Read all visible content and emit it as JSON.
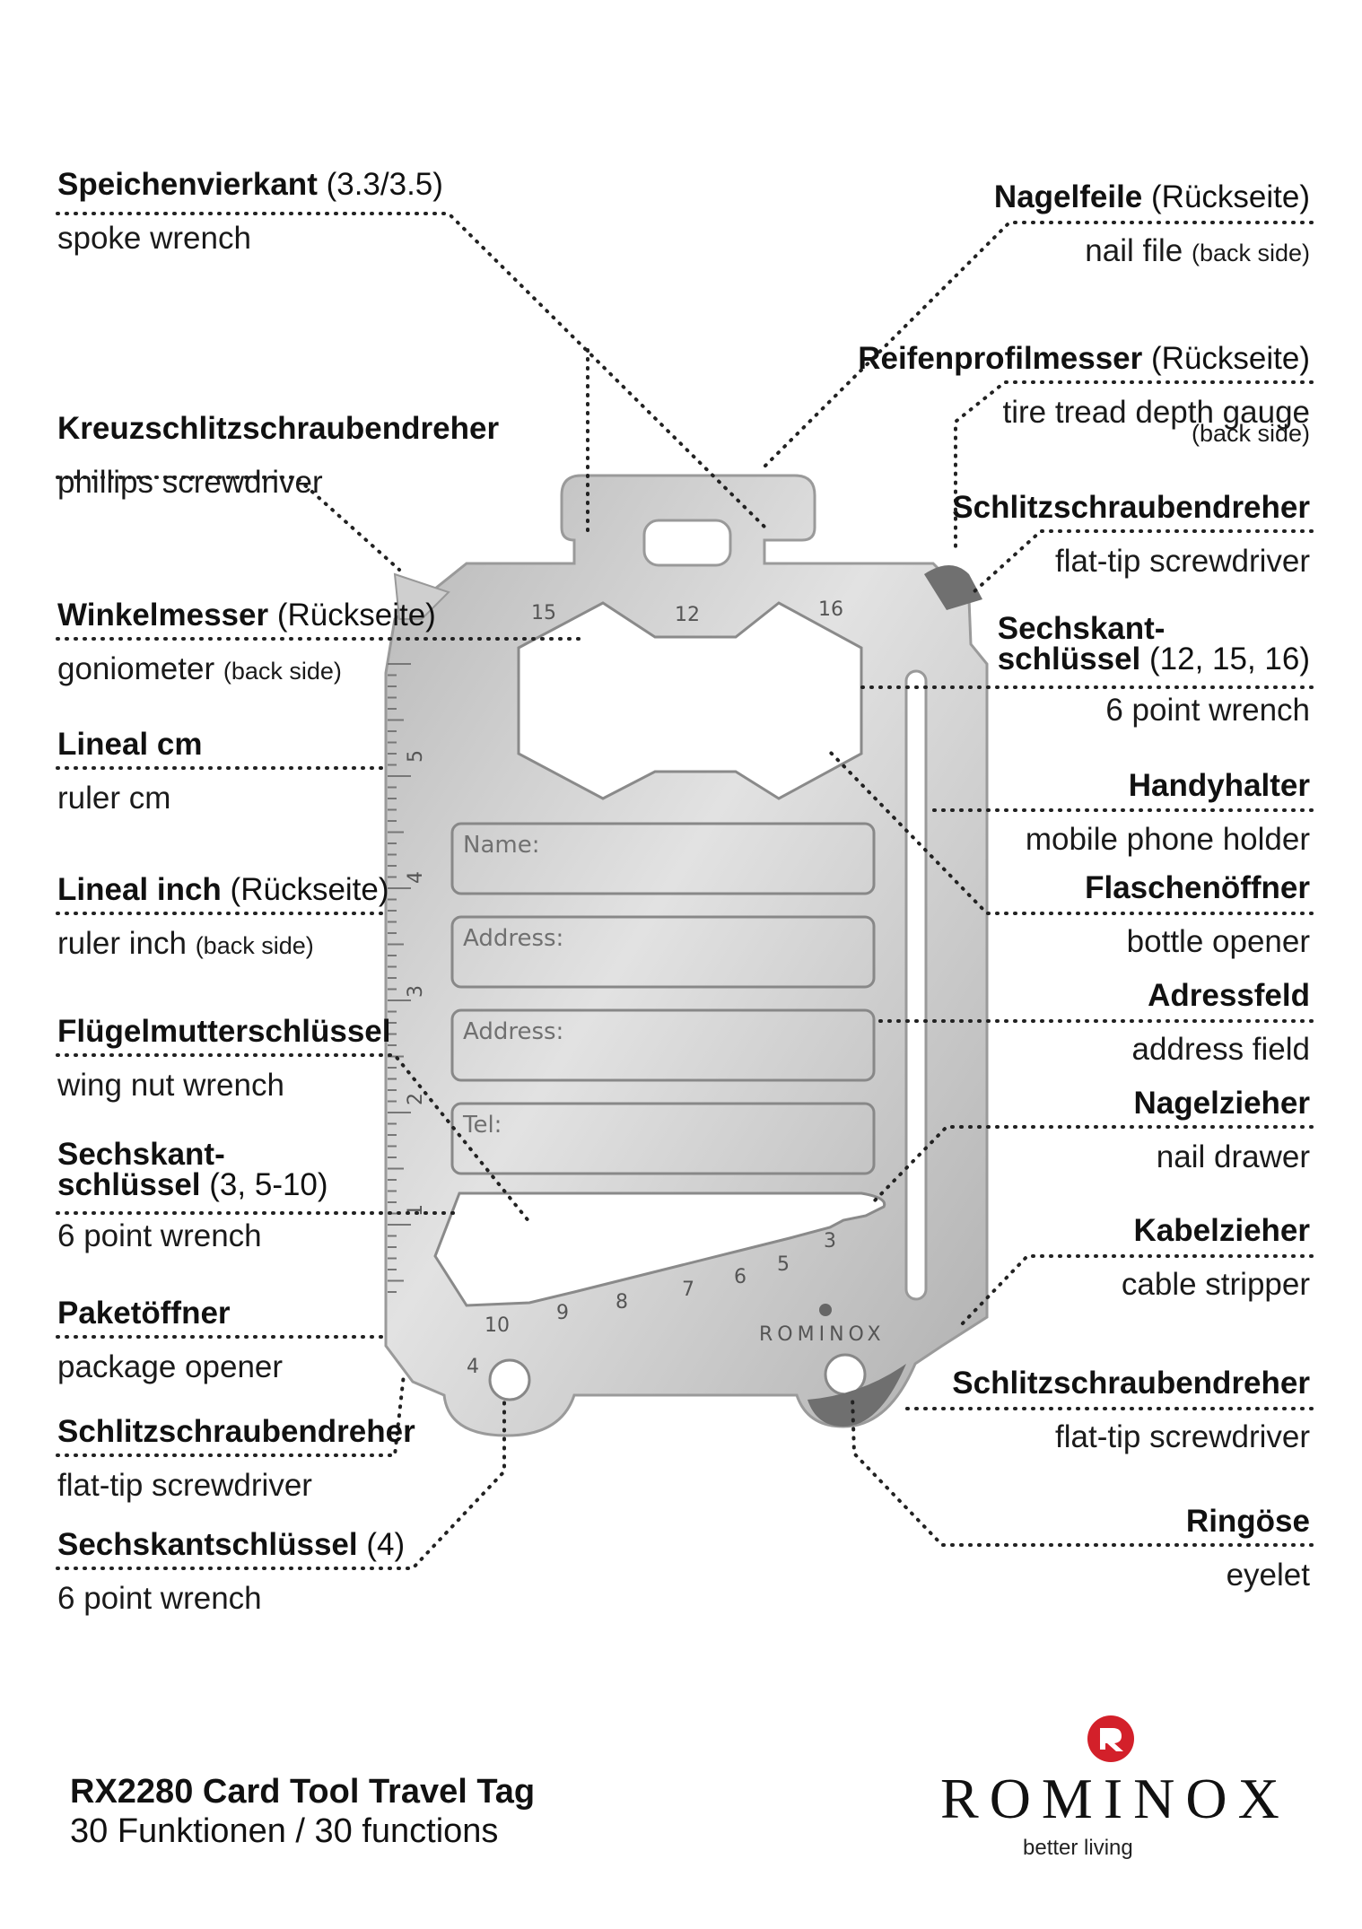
{
  "labels_left": [
    {
      "de": "Speichenvierkant",
      "de_extra": "(3.3/3.5)",
      "en": "spoke wrench",
      "en_extra": ""
    },
    {
      "de": "Kreuzschlitzschraubendreher",
      "de_extra": "",
      "en": "phillips screwdriver",
      "en_extra": ""
    },
    {
      "de": "Winkelmesser",
      "de_extra": "(Rückseite)",
      "en": "goniometer",
      "en_extra": "(back side)"
    },
    {
      "de": "Lineal cm",
      "de_extra": "",
      "en": "ruler cm",
      "en_extra": ""
    },
    {
      "de": "Lineal inch",
      "de_extra": "(Rückseite)",
      "en": "ruler inch",
      "en_extra": "(back side)"
    },
    {
      "de": "Flügelmutterschlüssel",
      "de_extra": "",
      "en": "wing nut wrench",
      "en_extra": ""
    },
    {
      "de": "Sechskant-",
      "de_line2": "schlüssel",
      "de_extra": "(3, 5-10)",
      "en": "6 point wrench",
      "en_extra": ""
    },
    {
      "de": "Paketöffner",
      "de_extra": "",
      "en": "package opener",
      "en_extra": ""
    },
    {
      "de": "Schlitzschraubendreher",
      "de_extra": "",
      "en": "flat-tip screwdriver",
      "en_extra": ""
    },
    {
      "de": "Sechskantschlüssel",
      "de_extra": "(4)",
      "en": "6 point wrench",
      "en_extra": ""
    }
  ],
  "labels_right": [
    {
      "de": "Nagelfeile",
      "de_extra": "(Rückseite)",
      "en": "nail file",
      "en_extra": "(back side)"
    },
    {
      "de": "Reifenprofilmesser",
      "de_extra": "(Rückseite)",
      "en": "tire tread depth gauge",
      "en_extra": "(back side)"
    },
    {
      "de": "Schlitzschraubendreher",
      "de_extra": "",
      "en": "flat-tip screwdriver",
      "en_extra": ""
    },
    {
      "de": "Sechskant-",
      "de_line2": "schlüssel",
      "de_extra": "(12, 15, 16)",
      "en": "6 point wrench",
      "en_extra": ""
    },
    {
      "de": "Handyhalter",
      "de_extra": "",
      "en": "mobile phone holder",
      "en_extra": ""
    },
    {
      "de": "Flaschenöffner",
      "de_extra": "",
      "en": "bottle opener",
      "en_extra": ""
    },
    {
      "de": "Adressfeld",
      "de_extra": "",
      "en": "address field",
      "en_extra": ""
    },
    {
      "de": "Nagelzieher",
      "de_extra": "",
      "en": "nail drawer",
      "en_extra": ""
    },
    {
      "de": "Kabelzieher",
      "de_extra": "",
      "en": "cable stripper",
      "en_extra": ""
    },
    {
      "de": "Schlitzschraubendreher",
      "de_extra": "",
      "en": "flat-tip screwdriver",
      "en_extra": ""
    },
    {
      "de": "Ringöse",
      "de_extra": "",
      "en": "eyelet",
      "en_extra": ""
    }
  ],
  "tool": {
    "fields": [
      "Name:",
      "Address:",
      "Address:",
      "Tel:"
    ],
    "hex_top": [
      "15",
      "12",
      "16"
    ],
    "hex_bottom": [
      "10",
      "9",
      "8",
      "7",
      "6",
      "5",
      "3"
    ],
    "hex_corner": "4",
    "ruler_marks": [
      "5",
      "4",
      "3",
      "2",
      "1"
    ],
    "engraving": "ROMINOX"
  },
  "footer": {
    "title": "RX2280 Card Tool Travel Tag",
    "subtitle": "30 Funktionen / 30 functions",
    "brand": "ROMINOX",
    "tagline": "better living"
  },
  "colors": {
    "steel": "#c9c9c9",
    "steel_dark": "#8e8e8e",
    "logo_red": "#d3202a"
  }
}
